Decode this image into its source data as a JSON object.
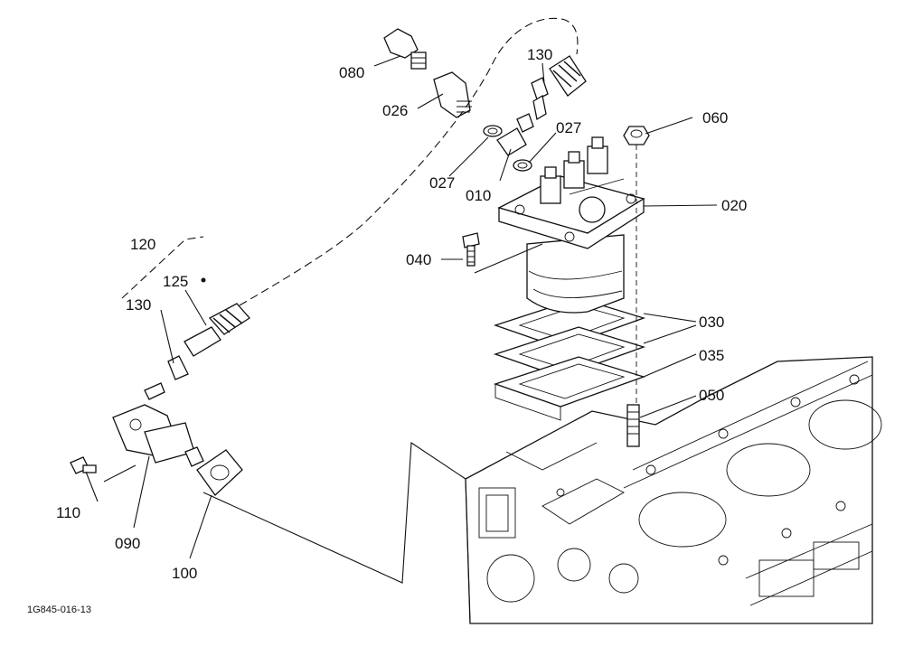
{
  "diagram": {
    "document_id": "1G845-016-13",
    "callouts": {
      "c080": "080",
      "c026": "026",
      "c130a": "130",
      "c027a": "027",
      "c027b": "027",
      "c010": "010",
      "c060": "060",
      "c020": "020",
      "c040": "040",
      "c030": "030",
      "c035": "035",
      "c050": "050",
      "c120": "120",
      "c125": "125",
      "c130b": "130",
      "c110": "110",
      "c090": "090",
      "c100": "100"
    }
  }
}
